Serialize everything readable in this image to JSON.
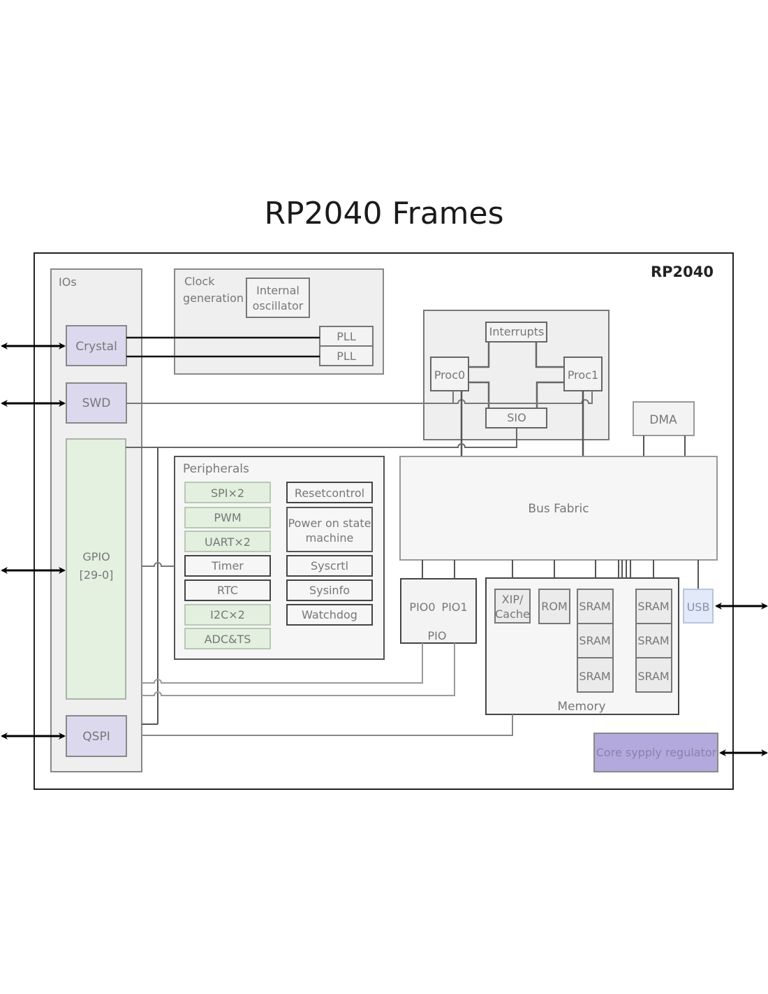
{
  "title": "RP2040 Frames",
  "chip": {
    "label": "RP2040"
  },
  "ios": {
    "label": "IOs",
    "crystal": "Crystal",
    "swd": "SWD",
    "gpio_line1": "GPIO",
    "gpio_line2": "[29-0]",
    "qspi": "QSPI"
  },
  "clock": {
    "label_line1": "Clock",
    "label_line2": "generation",
    "osc_line1": "Internal",
    "osc_line2": "oscillator",
    "pll1": "PLL",
    "pll2": "PLL"
  },
  "processors": {
    "interrupts": "Interrupts",
    "proc0": "Proc0",
    "proc1": "Proc1",
    "sio": "SIO"
  },
  "dma": "DMA",
  "bus_fabric": "Bus Fabric",
  "peripherals": {
    "label": "Peripherals",
    "left": [
      "SPI×2",
      "PWM",
      "UART×2",
      "Timer",
      "RTC",
      "I2C×2",
      "ADC&TS"
    ],
    "right": [
      "Resetcontrol",
      "Power on state",
      "machine",
      "Syscrtl",
      "Sysinfo",
      "Watchdog"
    ]
  },
  "pio": {
    "pio0": "PIO0",
    "pio1": "PIO1",
    "label": "PIO"
  },
  "memory": {
    "label": "Memory",
    "xip_line1": "XIP/",
    "xip_line2": "Cache",
    "rom": "ROM",
    "sram": [
      "SRAM",
      "SRAM",
      "SRAM",
      "SRAM",
      "SRAM",
      "SRAM"
    ]
  },
  "usb": "USB",
  "regulator": "Core sypply regulator",
  "colors": {
    "io_purple": "#dcd9ee",
    "gpio_green": "#e4f1e1",
    "periph_green": "#e3efdf",
    "usb_blue": "#e2e9f8",
    "regulator_purple": "#b4a9dc",
    "block_gray": "#efefef"
  }
}
